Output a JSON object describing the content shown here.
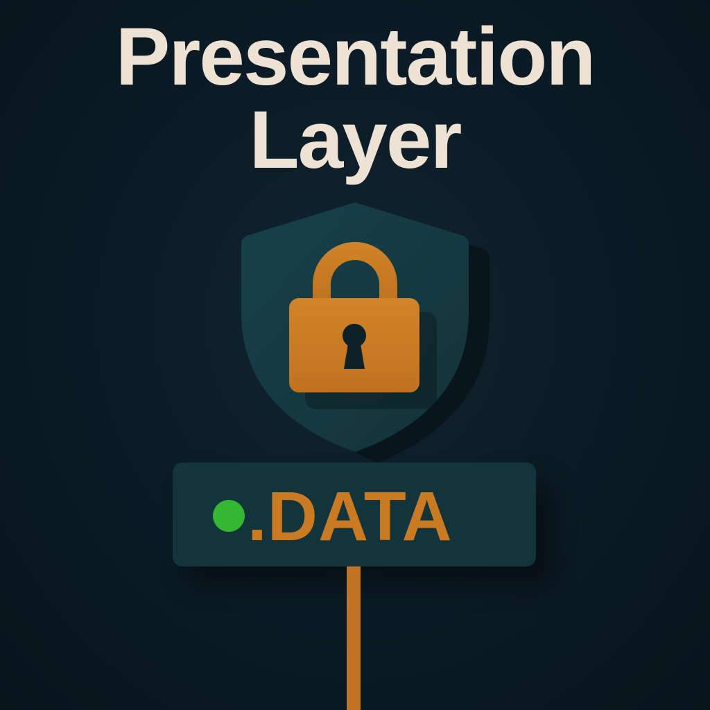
{
  "title": {
    "line1": "Presentation",
    "line2": "Layer"
  },
  "panel": {
    "label": ".DATA"
  },
  "icons": {
    "shield": "shield-icon",
    "lock": "padlock-icon",
    "status": "status-dot-icon"
  },
  "colors": {
    "background": "#0c1c26",
    "title_text": "#ede2d3",
    "shield": "#153a40",
    "lock": "#c97a22",
    "panel": "#13343b",
    "label_text": "#c97a22",
    "status_dot": "#34b833",
    "cable": "#c27424"
  }
}
